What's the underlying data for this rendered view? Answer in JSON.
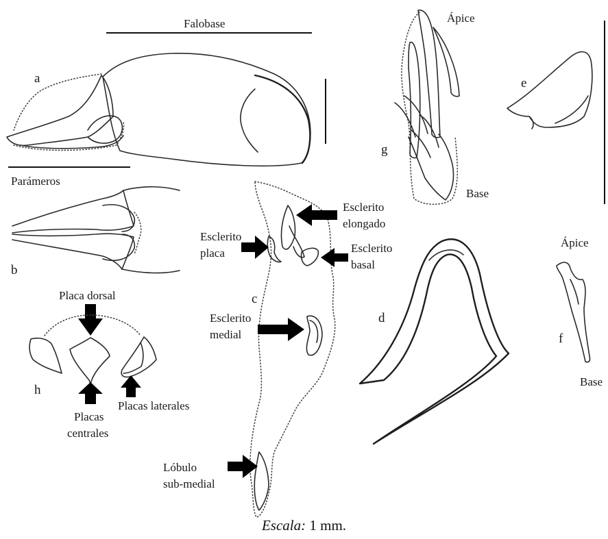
{
  "labels": {
    "falobase": "Falobase",
    "parameros": "Parámeros",
    "apice_g": "Ápice",
    "base_g": "Base",
    "apice_f": "Ápice",
    "base_f": "Base",
    "esclerito_elongado_1": "Esclerito",
    "esclerito_elongado_2": "elongado",
    "esclerito_placa_1": "Esclerito",
    "esclerito_placa_2": "placa",
    "esclerito_basal_1": "Esclerito",
    "esclerito_basal_2": "basal",
    "esclerito_medial_1": "Esclerito",
    "esclerito_medial_2": "medial",
    "lobulo_1": "Lóbulo",
    "lobulo_2": "sub-medial",
    "placa_dorsal": "Placa dorsal",
    "placas_centrales_1": "Placas",
    "placas_centrales_2": "centrales",
    "placas_laterales": "Placas laterales"
  },
  "figure_letters": {
    "a": "a",
    "b": "b",
    "c": "c",
    "d": "d",
    "e": "e",
    "f": "f",
    "g": "g",
    "h": "h"
  },
  "caption": {
    "label": "Escala:",
    "value": "1 mm."
  }
}
